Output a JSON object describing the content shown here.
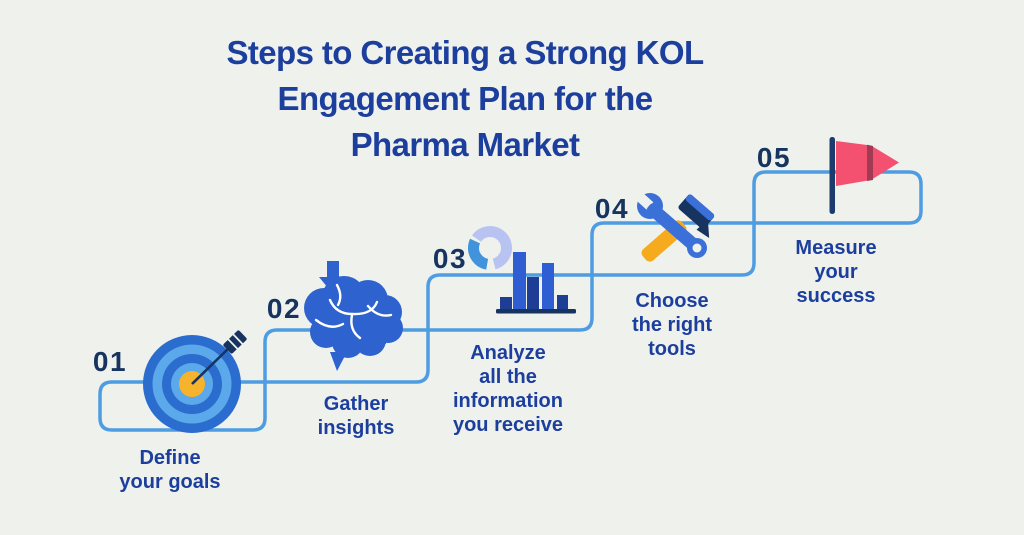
{
  "title": "Steps to Creating a Strong KOL\nEngagement Plan for the\nPharma Market",
  "steps": [
    {
      "number": "01",
      "label": "Define\nyour goals",
      "icon": "target-icon"
    },
    {
      "number": "02",
      "label": "Gather\ninsights",
      "icon": "brain-icon"
    },
    {
      "number": "03",
      "label": "Analyze\nall the\ninformation\nyou receive",
      "icon": "bar-chart-icon"
    },
    {
      "number": "04",
      "label": "Choose\nthe right\ntools",
      "icon": "tools-icon"
    },
    {
      "number": "05",
      "label": "Measure\nyour\nsuccess",
      "icon": "flag-icon"
    }
  ],
  "colors": {
    "background": "#eff1ed",
    "title_text": "#1c3e9d",
    "step_number_text": "#16345f",
    "step_label_text": "#1c3f9e",
    "path_blue": "#4e9ce2",
    "icon_blue": "#2e63cf",
    "icon_blue_mid": "#3b70d8",
    "icon_light_blue": "#5ba8ea",
    "icon_navy": "#17335f",
    "bar_navy": "#1e3d94",
    "bar_royal": "#2e5ed2",
    "donut_periwinkle": "#b9c3f2",
    "donut_blue": "#4193dc",
    "target_yellow": "#f7b32b",
    "tool_yellow": "#f6ab1e",
    "flag_pink": "#f4506f",
    "flag_fold": "#a23a54"
  }
}
